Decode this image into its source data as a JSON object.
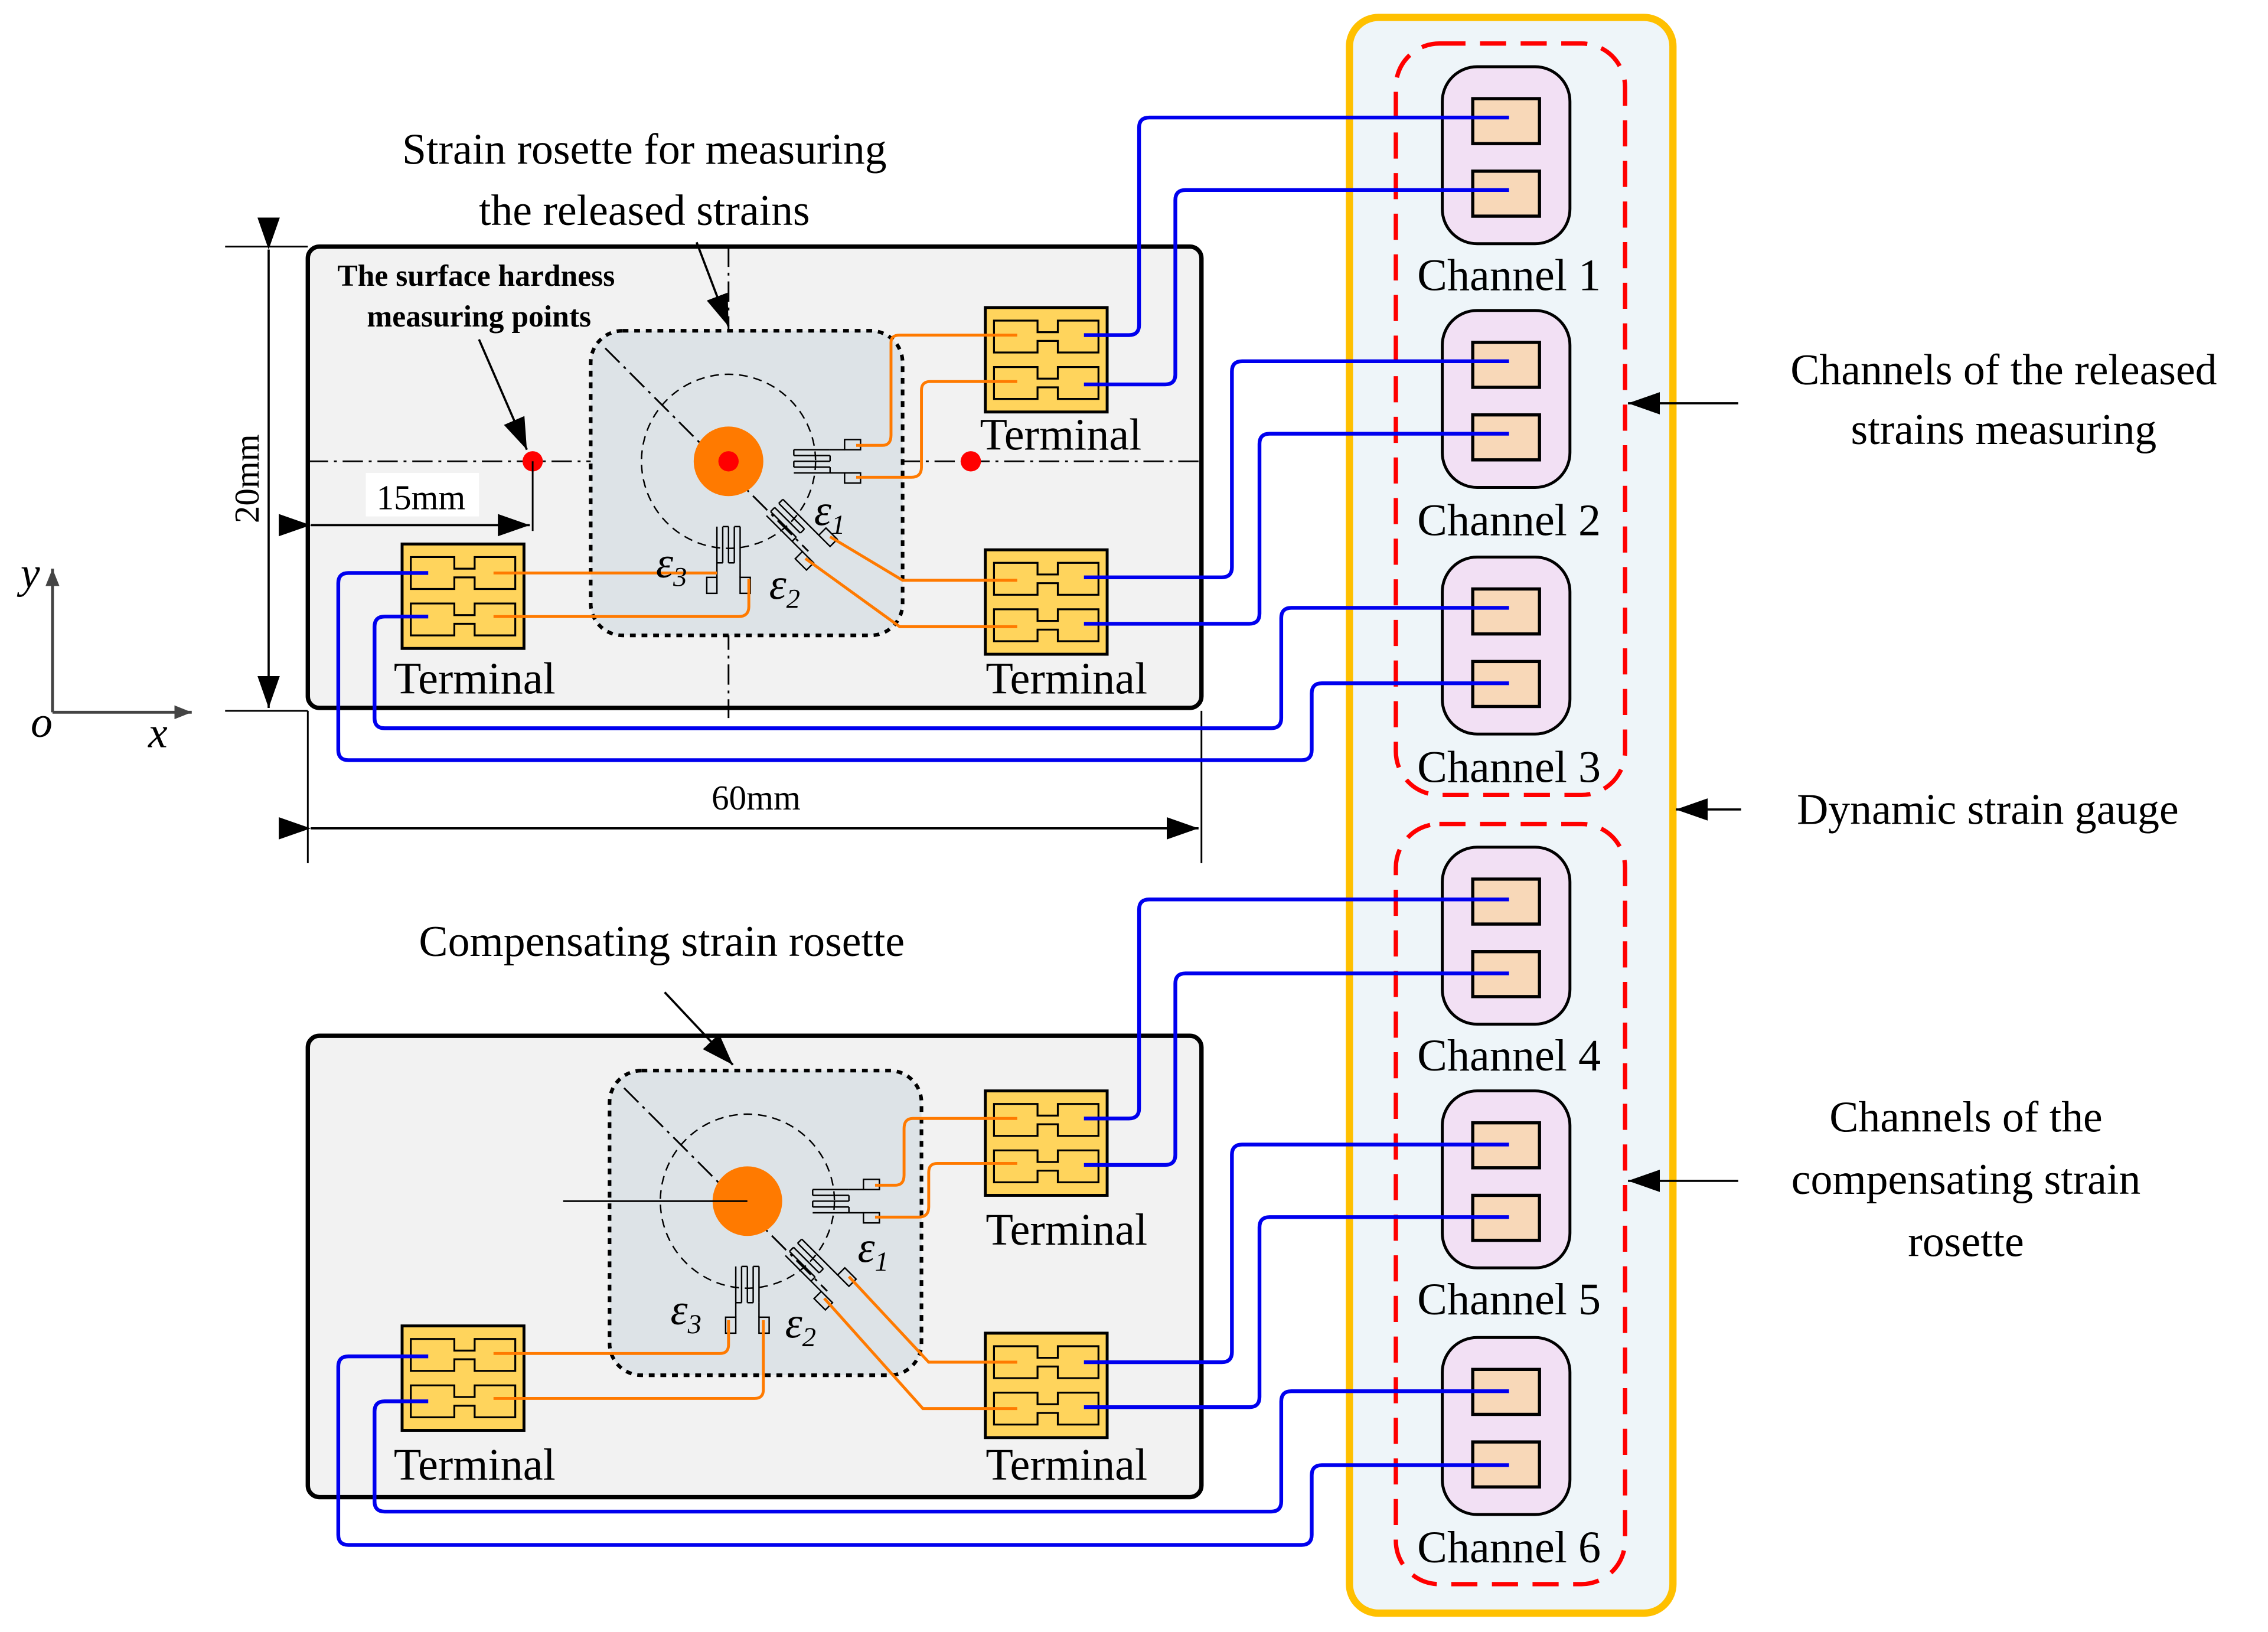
{
  "labels": {
    "rosette_released_line1": "Strain rosette for measuring",
    "rosette_released_line2": "the released strains",
    "hardness_line1": "The surface hardness",
    "hardness_line2": "measuring points",
    "compensating_rosette": "Compensating strain rosette",
    "terminal": "Terminal",
    "dim_height": "20mm",
    "dim_width": "60mm",
    "dim_offset": "15mm",
    "axis_x": "x",
    "axis_y": "y",
    "axis_origin": "o",
    "eps_symbol": "ε",
    "eps_sub_1": "1",
    "eps_sub_2": "2",
    "eps_sub_3": "3"
  },
  "right_labels": {
    "released_group_line1": "Channels of the released",
    "released_group_line2": "strains measuring",
    "device": "Dynamic strain gauge",
    "compensating_group_line1": "Channels of the",
    "compensating_group_line2": "compensating strain",
    "compensating_group_line3": "rosette"
  },
  "channels": [
    {
      "label": "Channel 1",
      "group": "released"
    },
    {
      "label": "Channel 2",
      "group": "released"
    },
    {
      "label": "Channel 3",
      "group": "released"
    },
    {
      "label": "Channel 4",
      "group": "compensating"
    },
    {
      "label": "Channel 5",
      "group": "compensating"
    },
    {
      "label": "Channel 6",
      "group": "compensating"
    }
  ],
  "colors": {
    "wire_gauge": "#ff7a00",
    "wire_channel": "#0000ee",
    "hole": "#ff7a00",
    "hardness_point": "#ff0000",
    "device_border": "#ffc000",
    "group_border": "#ff0000",
    "terminal_fill": "#ffd45c"
  }
}
